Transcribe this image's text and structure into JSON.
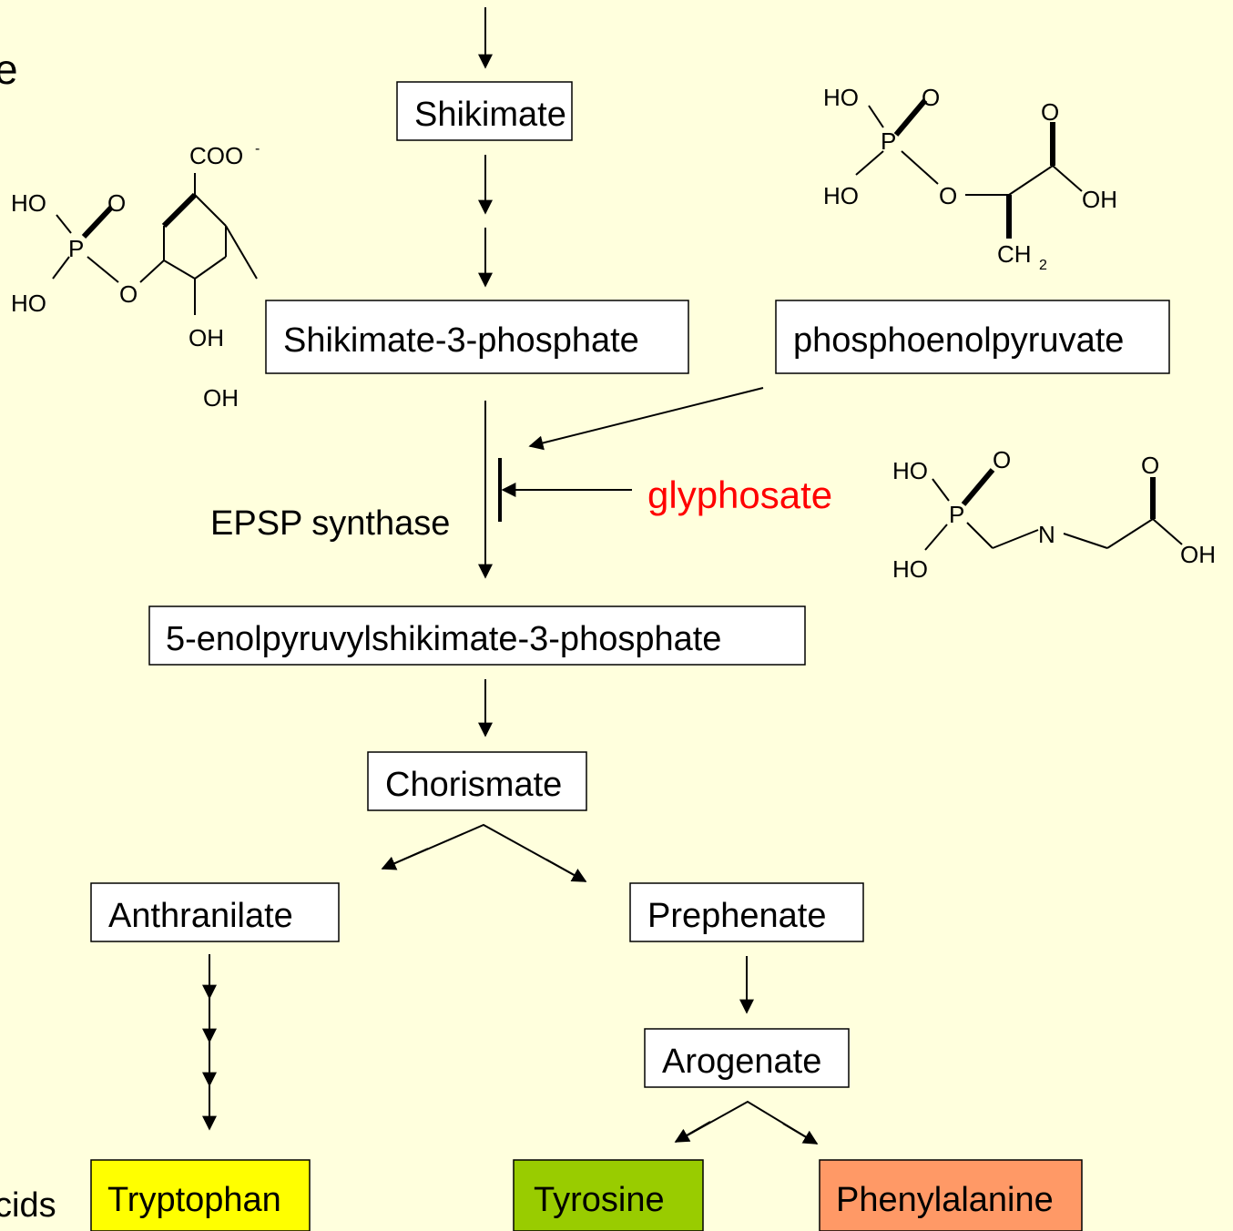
{
  "colors": {
    "background": "#FFFFDD",
    "box_fill": "#FFFFFF",
    "inhibitor_text": "#FF0000",
    "tryptophan_fill": "#FFFF00",
    "tyrosine_fill": "#99CC00",
    "phenylalanine_fill": "#FF9966"
  },
  "edge_text": {
    "title_fragment": "e",
    "bottom_left_fragment": "cids"
  },
  "nodes": {
    "shikimate": "Shikimate",
    "shikimate_3_phosphate": "Shikimate-3-phosphate",
    "phosphoenolpyruvate": "phosphoenolpyruvate",
    "epsp": "5-enolpyruvylshikimate-3-phosphate",
    "chorismate": "Chorismate",
    "anthranilate": "Anthranilate",
    "prephenate": "Prephenate",
    "arogenate": "Arogenate",
    "tryptophan": "Tryptophan",
    "tyrosine": "Tyrosine",
    "phenylalanine": "Phenylalanine"
  },
  "enzyme": "EPSP synthase",
  "inhibitor": "glyphosate",
  "structures": {
    "s3p": {
      "ho_top": "HO",
      "o_double": "O",
      "p": "P",
      "ho_bottom": "HO",
      "o_ester": "O",
      "coo": "COO",
      "coo_charge": "-",
      "oh1": "OH",
      "oh2": "OH"
    },
    "pep": {
      "ho_top": "HO",
      "o_double": "O",
      "p": "P",
      "ho_bottom": "HO",
      "o_ester": "O",
      "o_carbonyl": "O",
      "oh": "OH",
      "ch": "CH",
      "ch_sub": "2"
    },
    "glyphosate": {
      "ho_top": "HO",
      "o_double": "O",
      "p": "P",
      "ho_bottom": "HO",
      "n": "N",
      "o_carbonyl": "O",
      "oh": "OH"
    }
  }
}
